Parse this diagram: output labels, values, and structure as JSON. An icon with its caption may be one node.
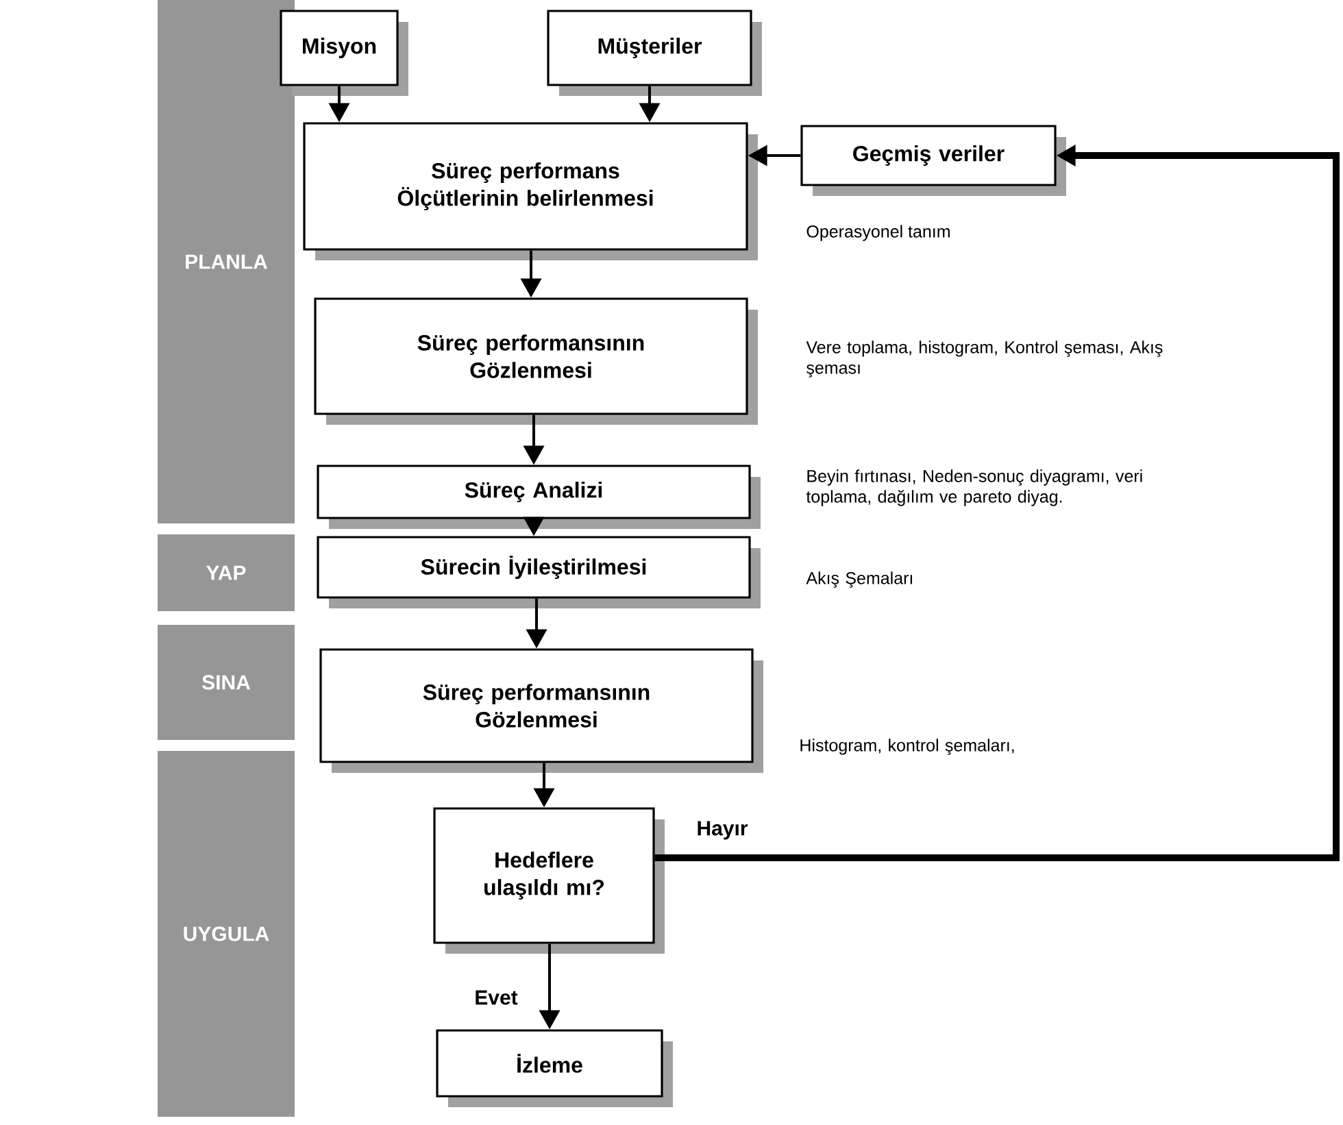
{
  "diagram": {
    "nodes": [
      {
        "text": [
          "PLANLA"
        ]
      },
      {
        "text": [
          "YAP"
        ]
      },
      {
        "text": [
          "SINA"
        ]
      },
      {
        "text": [
          "UYGULA"
        ]
      },
      {
        "text": [
          "Misyon"
        ]
      },
      {
        "text": [
          "Müşteriler"
        ]
      },
      {
        "text": [
          "Süreç performans Ölçütlerinin belirlenmesi"
        ]
      },
      {
        "text": [
          "Geçmiş veriler"
        ]
      },
      {
        "text": [
          "Süreç performansının Gözlenmesi"
        ],
        "beside": [
          "Vere toplama, histogram, Kontrol şeması, Akış şeması"
        ]
      },
      {
        "text": [
          "Süreç Analizi"
        ],
        "beside": [
          "Beyin fırtınası, Neden-sonuç diyagramı, veri toplama, dağılım ve pareto diyag."
        ]
      },
      {
        "text": [
          "Sürecin İyileştirilmesi"
        ],
        "beside": [
          "Akış Şemaları"
        ]
      },
      {
        "text": [
          "Süreç performansının Gözlenmesi"
        ],
        "beside": [
          "Histogram, kontrol şemaları,"
        ]
      },
      {
        "text": [
          "Hedeflere ulaşıldı mı?"
        ]
      },
      {
        "text": [
          "İzleme"
        ]
      }
    ],
    "edges": [
      {
        "from": 4,
        "to": 6,
        "arrow": "to"
      },
      {
        "from": 5,
        "to": 6,
        "arrow": "to"
      },
      {
        "from": 7,
        "to": 6,
        "arrow": "to"
      },
      {
        "from": 6,
        "to": 8,
        "arrow": "to"
      },
      {
        "from": 8,
        "to": 9,
        "arrow": "to"
      },
      {
        "from": 9,
        "to": 10,
        "arrow": "to"
      },
      {
        "from": 10,
        "to": 11,
        "arrow": "to"
      },
      {
        "from": 11,
        "to": 12,
        "arrow": "to"
      },
      {
        "from": 12,
        "to": 13,
        "arrow": "to",
        "label": "Evet"
      },
      {
        "from": 12,
        "to": 7,
        "arrow": "to",
        "label": "Hayır",
        "style": "thick"
      }
    ],
    "labels": [
      "Operasyonel tanım"
    ]
  }
}
